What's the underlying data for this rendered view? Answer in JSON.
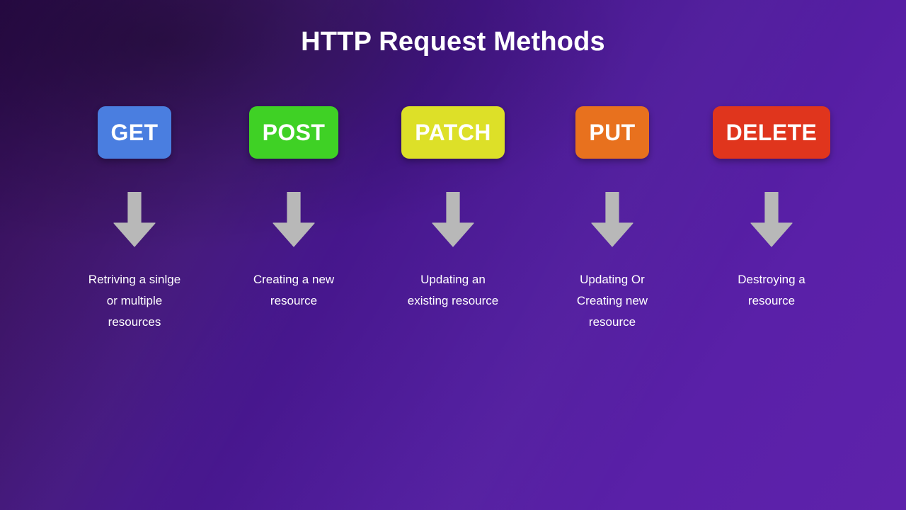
{
  "slide": {
    "title": "HTTP Request Methods",
    "background": {
      "from": "#2e0b50",
      "to": "#5e22ab"
    },
    "arrow_color": "#b8b8b8",
    "text_color": "#ffffff"
  },
  "methods": [
    {
      "badge_label": "GET",
      "badge_color": "#4a7ee0",
      "arrow_icon": "arrow-down-icon",
      "description": "Retriving a sinlge or multiple resources"
    },
    {
      "badge_label": "POST",
      "badge_color": "#3fd125",
      "arrow_icon": "arrow-down-icon",
      "description": "Creating a new resource"
    },
    {
      "badge_label": "PATCH",
      "badge_color": "#dde028",
      "arrow_icon": "arrow-down-icon",
      "description": "Updating an existing resource"
    },
    {
      "badge_label": "PUT",
      "badge_color": "#e8711e",
      "arrow_icon": "arrow-down-icon",
      "description": "Updating Or Creating new resource"
    },
    {
      "badge_label": "DELETE",
      "badge_color": "#e0351d",
      "arrow_icon": "arrow-down-icon",
      "description": "Destroying a resource"
    }
  ]
}
